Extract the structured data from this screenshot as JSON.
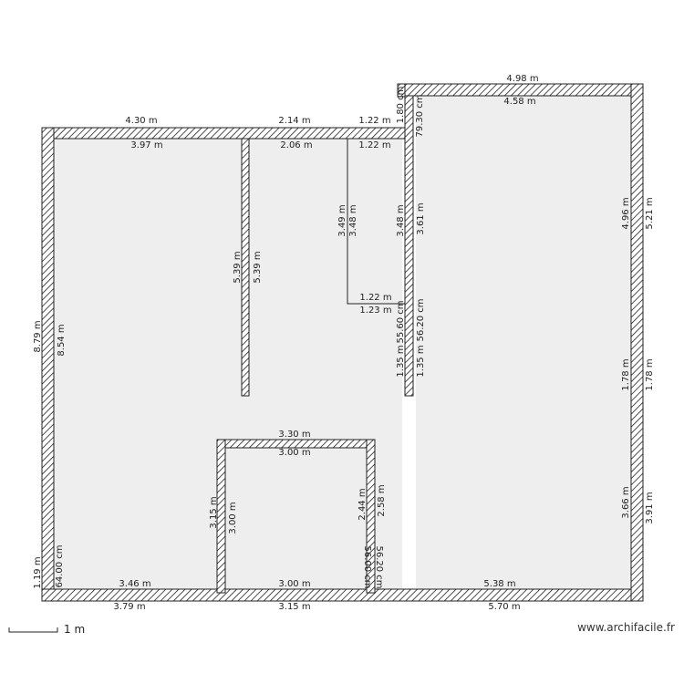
{
  "scale_label": "1 m",
  "watermark": "www.archifacile.fr",
  "walls": [
    "4.30 m",
    "3.97 m",
    "2.14 m",
    "2.06 m",
    "1.22 m",
    "1.22 m",
    "4.98 m",
    "4.58 m",
    "1.80 cm",
    "79.30 cm",
    "8.79 m",
    "8.54 m",
    "1.19 m",
    "64.00 cm",
    "5.39 m",
    "5.39 m",
    "3.49 m",
    "3.48 m",
    "3.48 m",
    "3.61 m",
    "1.22 m",
    "1.23 m",
    "55.60 cm",
    "56.20 cm",
    "1.35 m",
    "1.35 m",
    "4.96 m",
    "5.21 m",
    "1.78 m",
    "1.78 m",
    "3.66 m",
    "3.91 m",
    "3.30 m",
    "3.00 m",
    "3.15 m",
    "3.00 m",
    "2.44 m",
    "2.58 m",
    "56.00 cm",
    "56.20 cm",
    "3.46 m",
    "3.79 m",
    "3.00 m",
    "3.15 m",
    "5.38 m",
    "5.70 m"
  ]
}
